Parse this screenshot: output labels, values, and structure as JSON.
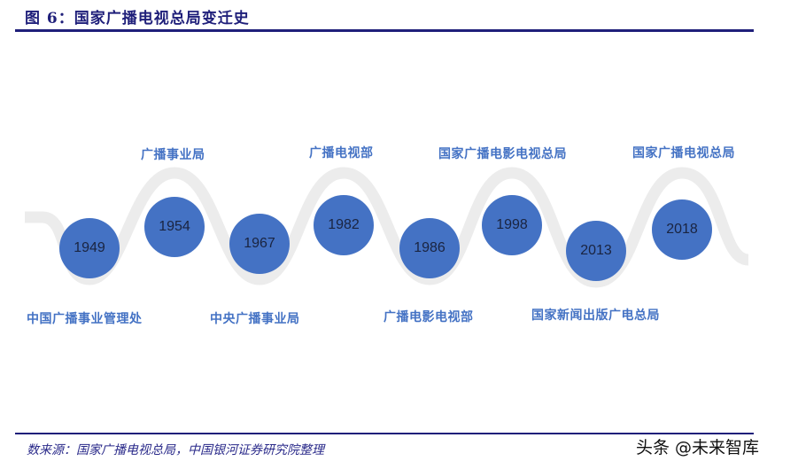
{
  "figure": {
    "title": "图 6：国家广播电视总局变迁史"
  },
  "timeline": {
    "nodes": [
      {
        "year": "1949",
        "label": "中国广播事业管理处",
        "label_position": "below"
      },
      {
        "year": "1954",
        "label": "广播事业局",
        "label_position": "above"
      },
      {
        "year": "1967",
        "label": "中央广播事业局",
        "label_position": "below"
      },
      {
        "year": "1982",
        "label": "广播电视部",
        "label_position": "above"
      },
      {
        "year": "1986",
        "label": "广播电影电视部",
        "label_position": "below"
      },
      {
        "year": "1998",
        "label": "国家广播电影电视总局",
        "label_position": "above"
      },
      {
        "year": "2013",
        "label": "国家新闻出版广电总局",
        "label_position": "below"
      },
      {
        "year": "2018",
        "label": "国家广播电视总局",
        "label_position": "above"
      }
    ],
    "colors": {
      "node_fill": "#4472c4",
      "label_text": "#4472c4",
      "ribbon": "#ececec",
      "rule": "#1f1f7a"
    }
  },
  "footer": {
    "source": "数来源：国家广播电视总局，中国银河证券研究院整理",
    "watermark": "头条 @未来智库"
  }
}
